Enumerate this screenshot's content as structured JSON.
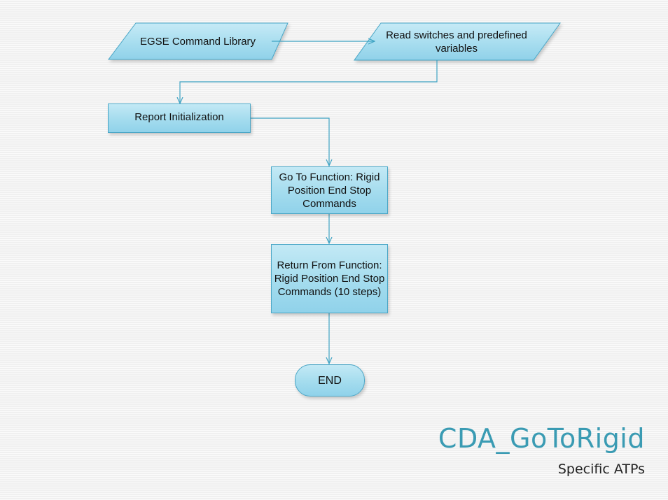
{
  "colors": {
    "node_fill": "#a4dcee",
    "node_stroke": "#4aa6c6",
    "connector": "#3fa3c3",
    "title": "#3a9bb3"
  },
  "nodes": {
    "egse_library": "EGSE Command Library",
    "read_switches": "Read switches and predefined variables",
    "report_init": "Report Initialization",
    "goto_function": "Go To Function: Rigid Position End Stop Commands",
    "return_function": "Return From Function: Rigid Position End Stop Commands (10 steps)",
    "end": "END"
  },
  "slide": {
    "title": "CDA_GoToRigid",
    "subtitle": "Specific ATPs"
  }
}
